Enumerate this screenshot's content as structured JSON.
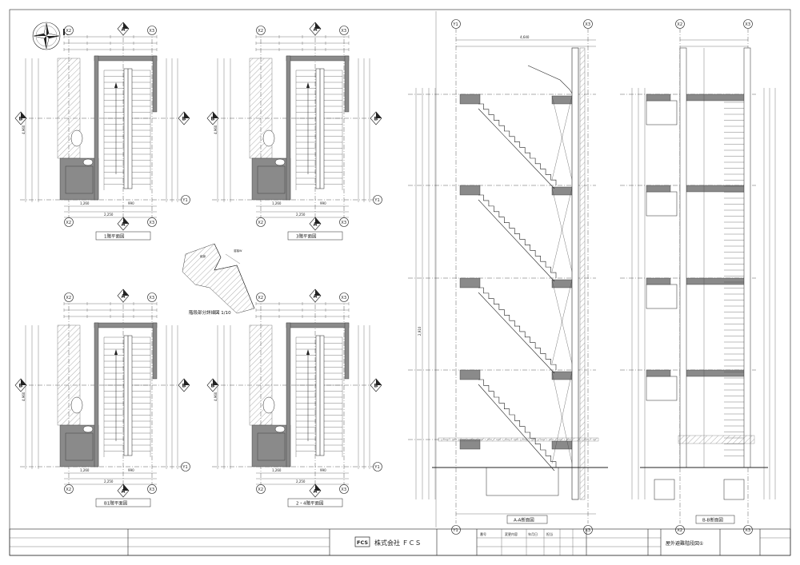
{
  "grid_labels": {
    "x_left": "X2",
    "x_right": "X3",
    "section_a": "A",
    "section_b": "B",
    "y1": "Y1"
  },
  "plans": [
    {
      "caption": "1階平面図"
    },
    {
      "caption": "3階平面図"
    },
    {
      "caption": "B1階平面図"
    },
    {
      "caption": "2・4階平面図"
    }
  ],
  "detail_caption": "階段部分詳細図 1/10",
  "sections": [
    {
      "caption": "A-A断面図"
    },
    {
      "caption": "B-B断面図"
    }
  ],
  "dimensions": {
    "plan_bottom_a": "1,260",
    "plan_bottom_b": "990",
    "plan_total": "2,250",
    "plan_left": "4,960",
    "section_top": "4,640",
    "floor_to_floor": "2,910"
  },
  "title_block": {
    "company_logo": "FCS",
    "company_name": "株式会社 ＦＣＳ",
    "drawing_title": "屋外避難階段図①",
    "columns": [
      "番号",
      "変更内容",
      "年月日",
      "担当"
    ]
  },
  "colors": {
    "line": "#222222",
    "wall_fill": "#8a8a8a",
    "paper": "#ffffff"
  }
}
